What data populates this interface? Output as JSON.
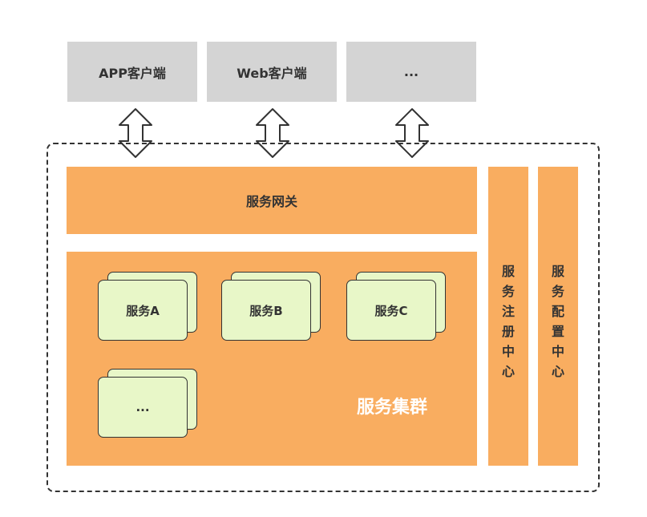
{
  "clients": [
    {
      "label": "APP客户端"
    },
    {
      "label": "Web客户端"
    },
    {
      "label": "..."
    }
  ],
  "gateway": {
    "label": "服务网关"
  },
  "cluster": {
    "label": "服务集群",
    "services": [
      {
        "label": "服务A"
      },
      {
        "label": "服务B"
      },
      {
        "label": "服务C"
      },
      {
        "label": "..."
      }
    ]
  },
  "registry": {
    "label": "服务注册中心"
  },
  "config": {
    "label": "服务配置中心"
  },
  "colors": {
    "client_bg": "#d4d4d4",
    "orange": "#f9ad60",
    "service_bg": "#e8f7c8",
    "stroke": "#333333"
  }
}
